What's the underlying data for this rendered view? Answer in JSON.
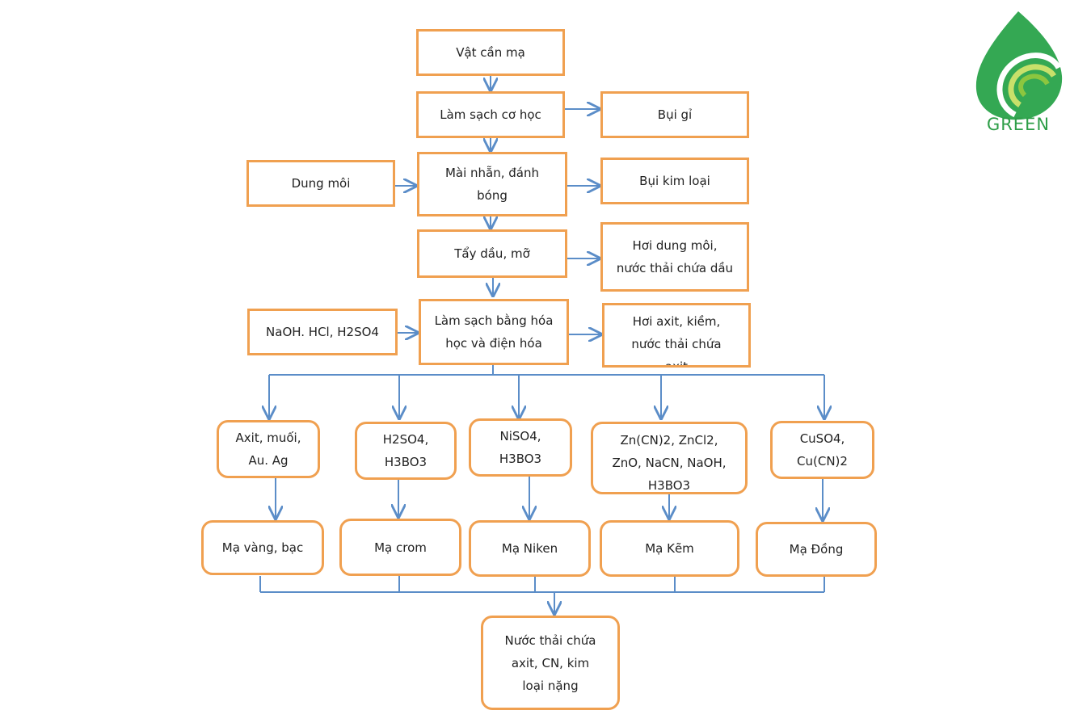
{
  "logo": {
    "text": "GREEN",
    "color": "#2E9E48"
  },
  "colors": {
    "box_border": "#F0A050",
    "arrow": "#5B8DC8",
    "text": "#222222"
  },
  "nodes": {
    "vat_can_ma": [
      "Vật cần mạ"
    ],
    "lam_sach_co_hoc": [
      "Làm sạch cơ học"
    ],
    "bui_gi": [
      "Bụi gỉ"
    ],
    "dung_moi": [
      "Dung  môi"
    ],
    "mai_nhan": [
      "Mài nhẵn, đánh",
      "bóng"
    ],
    "bui_kim_loai": [
      "Bụi kim loại"
    ],
    "tay_dau": [
      "Tẩy dầu, mỡ"
    ],
    "hoi_dung_moi": [
      "Hơi dung  môi,",
      "nước thải chứa  dầu"
    ],
    "naoh_hcl": [
      "NaOH. HCl,  H2SO4"
    ],
    "lam_sach_hoa_hoc": [
      "Làm sạch bằng hóa",
      "học và điện hóa"
    ],
    "hoi_axit": [
      "Hơi axit,  kiềm,",
      "nước thải  chứa",
      "axit"
    ],
    "axit_muoi": [
      "Axit, muối,",
      "Au. Ag"
    ],
    "h2so4_h3bo3": [
      "H2SO4,",
      "H3BO3"
    ],
    "niso4_h3bo3": [
      "NiSO4,",
      "H3BO3"
    ],
    "zncn": [
      "Zn(CN)2,  ZnCl2,",
      "ZnO, NaCN,  NaOH,",
      "H3BO3"
    ],
    "cuso4": [
      "CuSO4,",
      "Cu(CN)2"
    ],
    "ma_vang_bac": [
      "Mạ vàng, bạc"
    ],
    "ma_crom": [
      "Mạ crom"
    ],
    "ma_niken": [
      "Mạ Niken"
    ],
    "ma_kem": [
      "Mạ Kẽm"
    ],
    "ma_dong": [
      "Mạ Đồng"
    ],
    "nuoc_thai": [
      "Nước  thải chứa",
      "axit,  CN,  kim",
      "loại nặng"
    ]
  }
}
